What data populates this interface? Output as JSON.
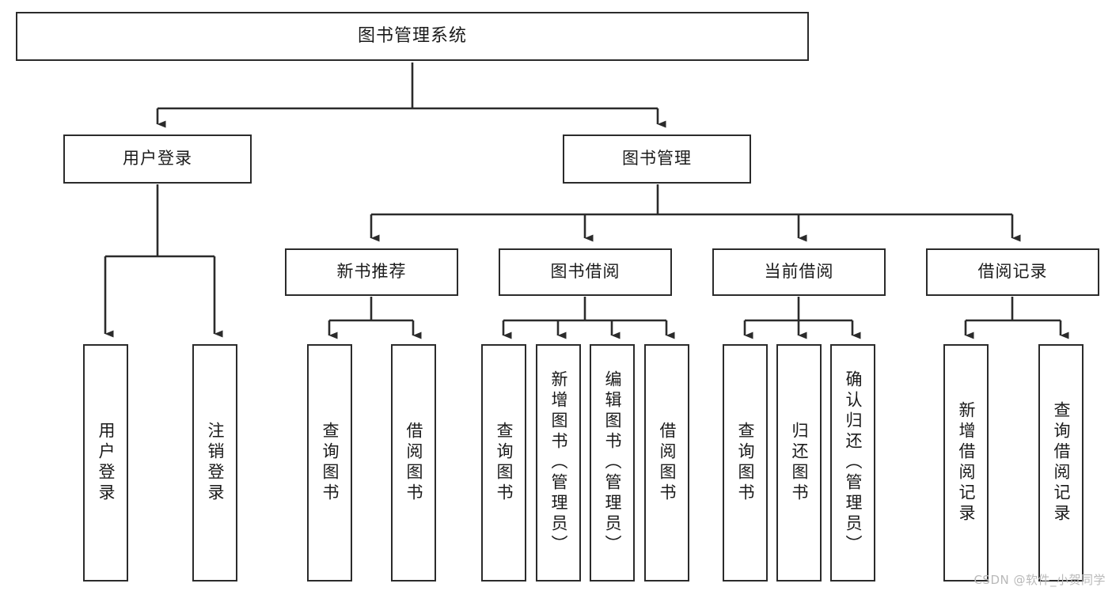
{
  "diagram": {
    "type": "tree-hierarchy",
    "title": "图书管理系统",
    "watermark": "CSDN @软件_小贺同学",
    "colors": {
      "background": "#ffffff",
      "node_border": "#2b2b2b",
      "node_fill": "#ffffff",
      "edge": "#2b2b2b",
      "text": "#1a1a1a",
      "watermark": "#b9b9b9"
    },
    "nodes": {
      "root": {
        "label": "图书管理系统",
        "level": 1,
        "orientation": "horizontal"
      },
      "user_login": {
        "label": "用户登录",
        "level": 2,
        "orientation": "horizontal"
      },
      "book_manage": {
        "label": "图书管理",
        "level": 2,
        "orientation": "horizontal"
      },
      "new_book_rec": {
        "label": "新书推荐",
        "level": 3,
        "orientation": "horizontal"
      },
      "book_borrow": {
        "label": "图书借阅",
        "level": 3,
        "orientation": "horizontal"
      },
      "current_borrow": {
        "label": "当前借阅",
        "level": 3,
        "orientation": "horizontal"
      },
      "borrow_record": {
        "label": "借阅记录",
        "level": 3,
        "orientation": "horizontal"
      },
      "leaf_user_login": {
        "label": "用户登录",
        "level": 4,
        "orientation": "vertical"
      },
      "leaf_logout": {
        "label": "注销登录",
        "level": 4,
        "orientation": "vertical"
      },
      "leaf_query_book_1": {
        "label": "查询图书",
        "level": 4,
        "orientation": "vertical"
      },
      "leaf_borrow_book_1": {
        "label": "借阅图书",
        "level": 4,
        "orientation": "vertical"
      },
      "leaf_query_book_2": {
        "label": "查询图书",
        "level": 4,
        "orientation": "vertical"
      },
      "leaf_add_book": {
        "label": "新增图书（管理员）",
        "level": 4,
        "orientation": "vertical"
      },
      "leaf_edit_book": {
        "label": "编辑图书（管理员）",
        "level": 4,
        "orientation": "vertical"
      },
      "leaf_borrow_book_2": {
        "label": "借阅图书",
        "level": 4,
        "orientation": "vertical"
      },
      "leaf_query_book_3": {
        "label": "查询图书",
        "level": 4,
        "orientation": "vertical"
      },
      "leaf_return_book": {
        "label": "归还图书",
        "level": 4,
        "orientation": "vertical"
      },
      "leaf_confirm_return": {
        "label": "确认归还（管理员）",
        "level": 4,
        "orientation": "vertical"
      },
      "leaf_add_record": {
        "label": "新增借阅记录",
        "level": 4,
        "orientation": "vertical"
      },
      "leaf_query_record": {
        "label": "查询借阅记录",
        "level": 4,
        "orientation": "vertical"
      }
    },
    "edges": [
      {
        "from": "root",
        "to": "user_login"
      },
      {
        "from": "root",
        "to": "book_manage"
      },
      {
        "from": "user_login",
        "to": "leaf_user_login"
      },
      {
        "from": "user_login",
        "to": "leaf_logout"
      },
      {
        "from": "book_manage",
        "to": "new_book_rec"
      },
      {
        "from": "book_manage",
        "to": "book_borrow"
      },
      {
        "from": "book_manage",
        "to": "current_borrow"
      },
      {
        "from": "book_manage",
        "to": "borrow_record"
      },
      {
        "from": "new_book_rec",
        "to": "leaf_query_book_1"
      },
      {
        "from": "new_book_rec",
        "to": "leaf_borrow_book_1"
      },
      {
        "from": "book_borrow",
        "to": "leaf_query_book_2"
      },
      {
        "from": "book_borrow",
        "to": "leaf_add_book"
      },
      {
        "from": "book_borrow",
        "to": "leaf_edit_book"
      },
      {
        "from": "book_borrow",
        "to": "leaf_borrow_book_2"
      },
      {
        "from": "current_borrow",
        "to": "leaf_query_book_3"
      },
      {
        "from": "current_borrow",
        "to": "leaf_return_book"
      },
      {
        "from": "current_borrow",
        "to": "leaf_confirm_return"
      },
      {
        "from": "borrow_record",
        "to": "leaf_add_record"
      },
      {
        "from": "borrow_record",
        "to": "leaf_query_record"
      }
    ]
  }
}
